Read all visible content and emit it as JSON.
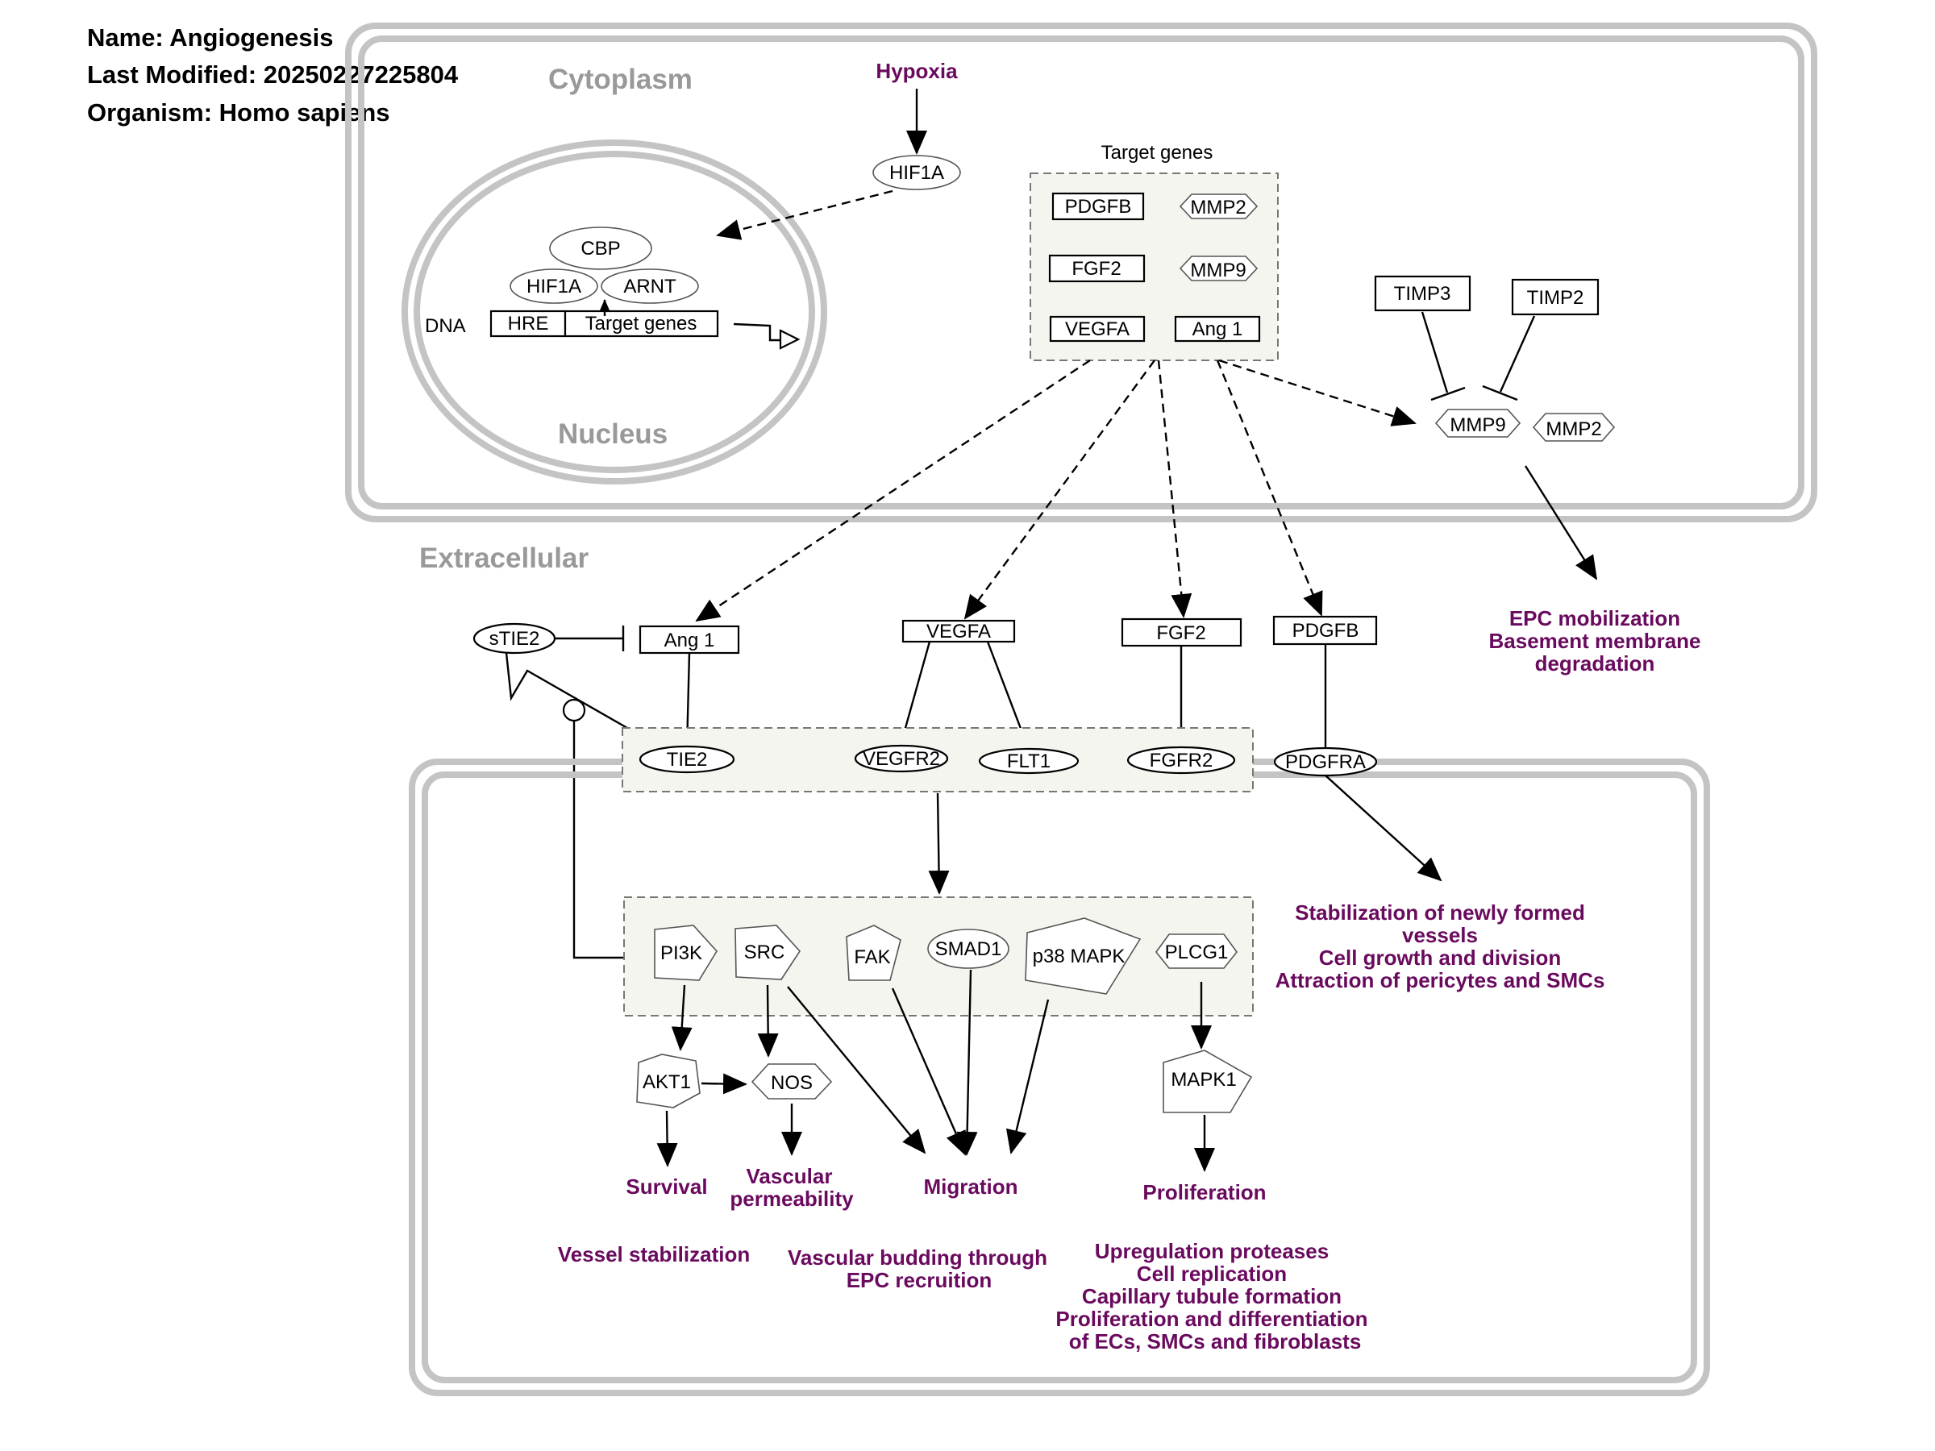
{
  "pathway": {
    "name": "Name: Angiogenesis",
    "last_modified": "Last Modified: 20250227225804",
    "organism": "Organism: Homo sapiens"
  },
  "compartments": {
    "cytoplasm": "Cytoplasm",
    "nucleus": "Nucleus",
    "extracellular": "Extracellular"
  },
  "nucleus": {
    "dna": "DNA",
    "cbp": "CBP",
    "hif1a": "HIF1A",
    "arnt": "ARNT",
    "hre": "HRE",
    "target_genes": "Target genes"
  },
  "cytoplasm": {
    "hypoxia": "Hypoxia",
    "hif1a": "HIF1A",
    "target_genes_title": "Target genes",
    "pdgfb": "PDGFB",
    "mmp2": "MMP2",
    "fgf2": "FGF2",
    "mmp9": "MMP9",
    "vegfa": "VEGFA",
    "ang1": "Ang 1",
    "timp3": "TIMP3",
    "timp2": "TIMP2",
    "mmp9_b": "MMP9",
    "mmp2_b": "MMP2"
  },
  "extracellular": {
    "stie2": "sTIE2",
    "ang1": "Ang 1",
    "vegfa": "VEGFA",
    "fgf2": "FGF2",
    "pdgfb": "PDGFB",
    "epc_lines": [
      "EPC mobilization",
      "Basement membrane",
      "degradation"
    ]
  },
  "receptors": {
    "tie2": "TIE2",
    "vegfr2": "VEGFR2",
    "flt1": "FLT1",
    "fgfr2": "FGFR2",
    "pdgfra": "PDGFRA"
  },
  "signaling": {
    "pi3k": "PI3K",
    "src": "SRC",
    "fak": "FAK",
    "smad1": "SMAD1",
    "p38mapk": "p38 MAPK",
    "plcg1": "PLCG1",
    "akt1": "AKT1",
    "nos": "NOS",
    "mapk1": "MAPK1"
  },
  "outcomes": {
    "stabilization_lines": [
      "Stabilization of newly formed",
      "vessels",
      "Cell growth and division",
      "Attraction of pericytes and SMCs"
    ],
    "survival": "Survival",
    "vascular_permeability_lines": [
      "Vascular",
      "permeability"
    ],
    "migration": "Migration",
    "proliferation": "Proliferation",
    "vessel_stabilization": "Vessel stabilization",
    "vascular_budding_lines": [
      "Vascular budding through",
      "EPC recruition"
    ],
    "upregulation_lines": [
      "Upregulation proteases",
      "Cell replication",
      "Capillary tubule formation",
      "Proliferation and differentiation",
      "of ECs, SMCs and fibroblasts"
    ]
  },
  "colors": {
    "process_text": "#6a0a5e",
    "compartment_text": "#999999",
    "membrane": "#c4c4c4",
    "group_fill": "#f5f5ef"
  }
}
